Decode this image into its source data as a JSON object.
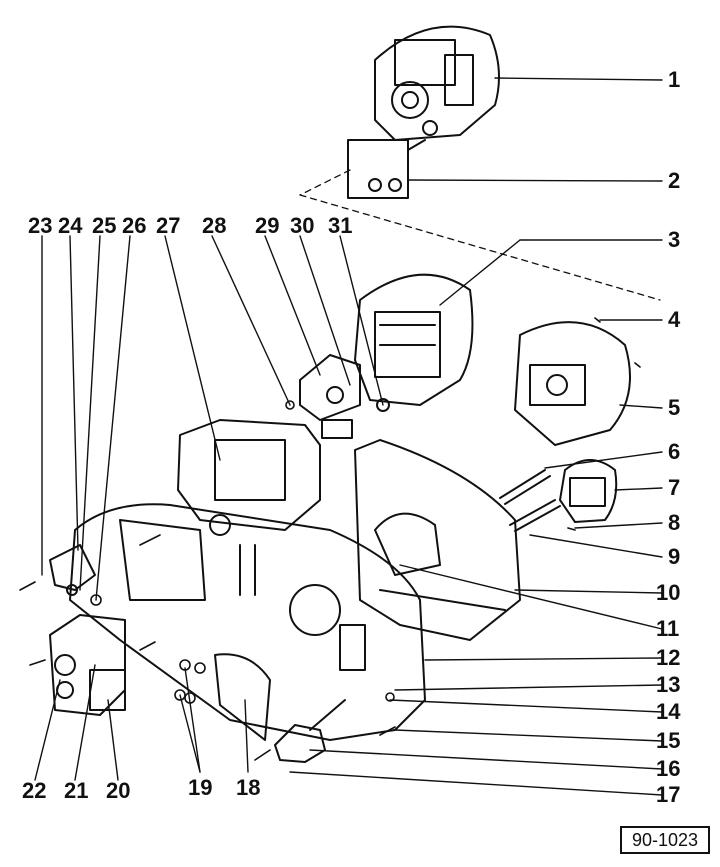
{
  "callouts_right": [
    "1",
    "2",
    "3",
    "4",
    "5",
    "6",
    "7",
    "8",
    "9",
    "10",
    "11",
    "12",
    "13",
    "14",
    "15",
    "16",
    "17"
  ],
  "callouts_top": [
    "23",
    "24",
    "25",
    "26",
    "27",
    "28",
    "29",
    "30",
    "31"
  ],
  "callouts_bottom": [
    "22",
    "21",
    "20",
    "19",
    "18"
  ],
  "figure_ref": "90-1023",
  "colors": {
    "ink": "#111111",
    "paper": "#ffffff"
  }
}
